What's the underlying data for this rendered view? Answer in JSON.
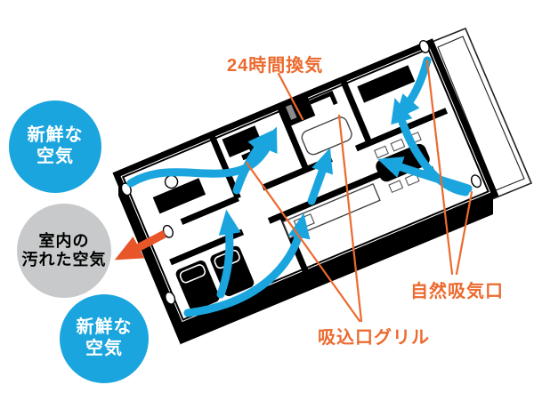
{
  "diagram": {
    "type": "isometric-floorplan-ventilation",
    "colors": {
      "airflow_blue": "#1BA5DE",
      "annotation_orange": "#EC6A2E",
      "exhaust_orange": "#E85528",
      "badge_gray": "#C8C9CA",
      "walls_black": "#000000",
      "floor_white": "#FFFFFF"
    },
    "badges": {
      "fresh_air_top": {
        "line1": "新鮮な",
        "line2": "空気"
      },
      "stale_air": {
        "line1": "室内の",
        "line2": "汚れた空気"
      },
      "fresh_air_bottom": {
        "line1": "新鮮な",
        "line2": "空気"
      }
    },
    "annotations": {
      "ventilation_24h": "24時間換気",
      "natural_intake": "自然吸気口",
      "intake_grille": "吸込口グリル"
    }
  }
}
